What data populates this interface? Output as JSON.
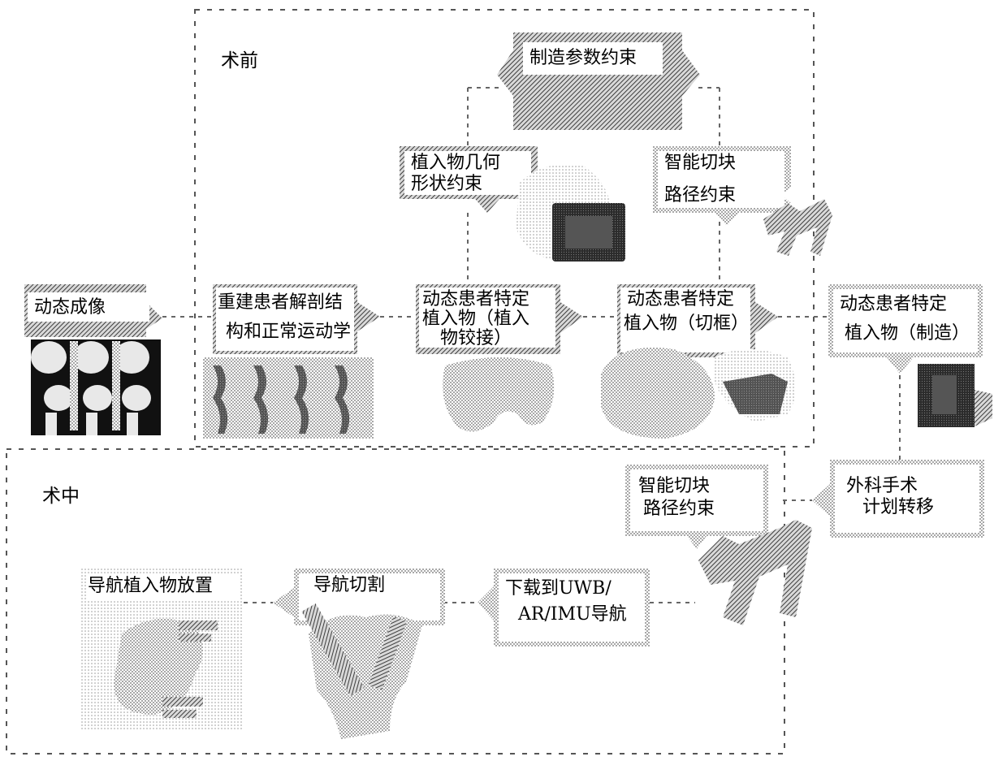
{
  "sections": {
    "preop": "术前",
    "intraop": "术中"
  },
  "boxes": {
    "manufacturing_constraints": "制造参数约束",
    "implant_geometry_line1": "植入物几何",
    "implant_geometry_line2": "形状约束",
    "smart_block_top_line1": "智能切块",
    "smart_block_top_line2": "路径约束",
    "dynamic_imaging": "动态成像",
    "reconstruct_line1": "重建患者解剖结",
    "reconstruct_line2": "构和正常运动学",
    "implant_hinge_line1": "动态患者特定",
    "implant_hinge_line2": "植入物（植入",
    "implant_hinge_line3": "物铰接）",
    "implant_box_line1": "动态患者特定",
    "implant_box_line2": "植入物（切框）",
    "implant_mfg_line1": "动态患者特定",
    "implant_mfg_line2": "植入物（制造）",
    "smart_block_bottom_line1": "智能切块",
    "smart_block_bottom_line2": "路径约束",
    "plan_transfer_line1": "外科手术",
    "plan_transfer_line2": "计划转移",
    "download_line1": "下载到UWB/",
    "download_line2": "AR/IMU导航",
    "navigated_cut": "导航切割",
    "navigated_placement": "导航植入物放置"
  },
  "colors": {
    "hatch": "#4a4a4a",
    "stipple": "#8c8c8c",
    "dash": "#555555"
  }
}
